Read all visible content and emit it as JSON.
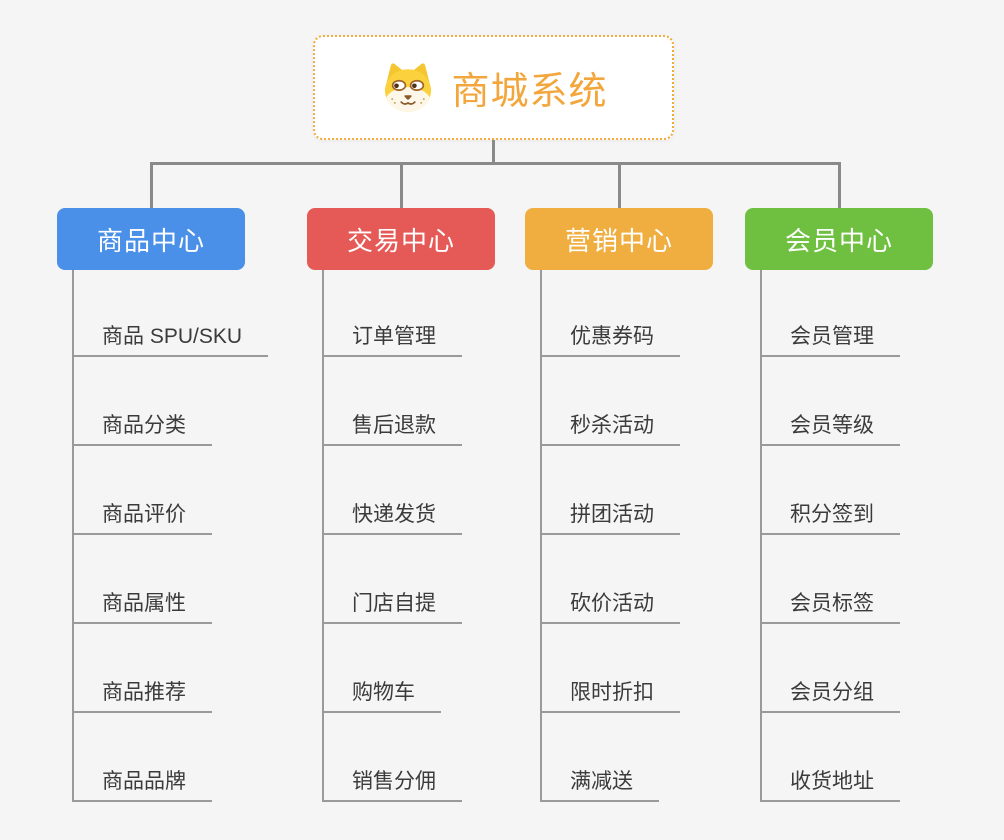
{
  "root": {
    "label": "商城系统",
    "icon": "dog-face-icon",
    "text_color": "#f2a63c",
    "border_color": "#f3ab3c"
  },
  "connector_color": "#8a8a8a",
  "branches": [
    {
      "label": "商品中心",
      "color": "#4a90e8",
      "children": [
        "商品 SPU/SKU",
        "商品分类",
        "商品评价",
        "商品属性",
        "商品推荐",
        "商品品牌"
      ]
    },
    {
      "label": "交易中心",
      "color": "#e55a57",
      "children": [
        "订单管理",
        "售后退款",
        "快递发货",
        "门店自提",
        "购物车",
        "销售分佣"
      ]
    },
    {
      "label": "营销中心",
      "color": "#efae3f",
      "children": [
        "优惠券码",
        "秒杀活动",
        "拼团活动",
        "砍价活动",
        "限时折扣",
        "满减送"
      ]
    },
    {
      "label": "会员中心",
      "color": "#6fc040",
      "children": [
        "会员管理",
        "会员等级",
        "积分签到",
        "会员标签",
        "会员分组",
        "收货地址"
      ]
    }
  ]
}
